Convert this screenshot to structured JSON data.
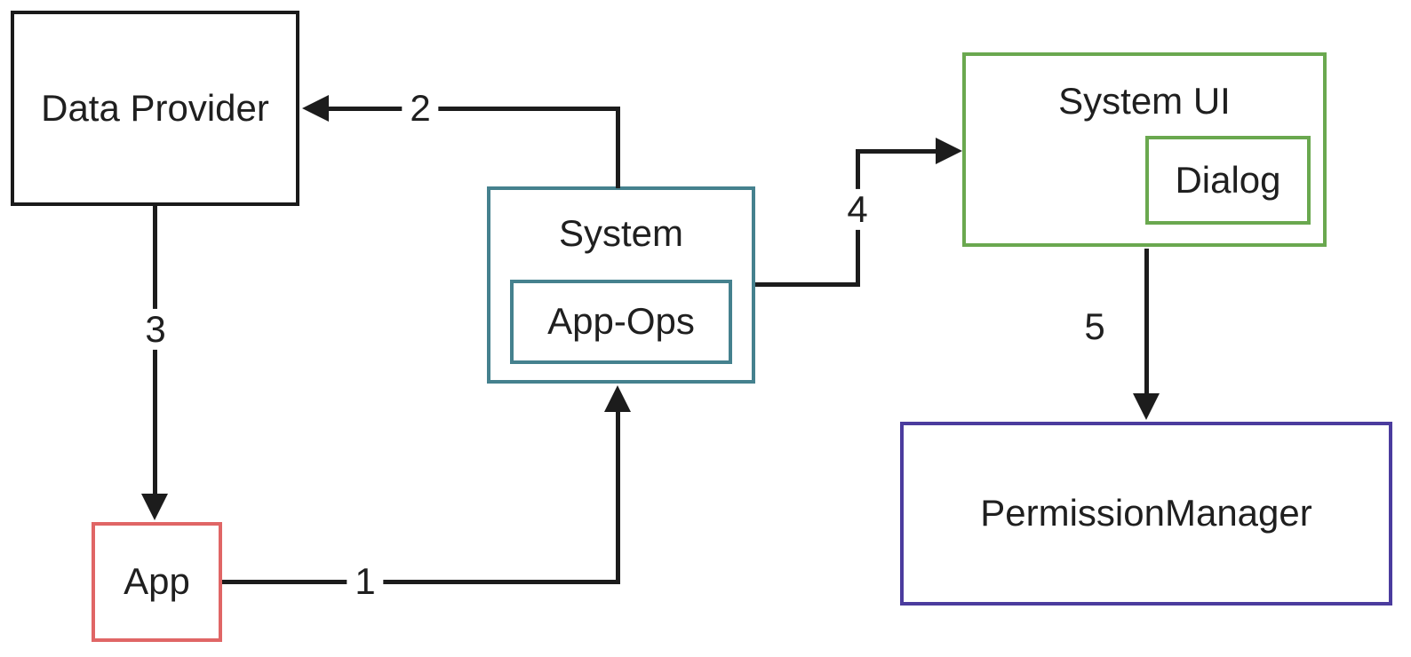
{
  "diagram": {
    "nodes": {
      "data_provider": {
        "label": "Data Provider",
        "border_color": "#1a1a1a"
      },
      "system": {
        "label": "System",
        "border_color": "#45818e"
      },
      "app_ops": {
        "label": "App-Ops",
        "border_color": "#45818e",
        "parent": "system"
      },
      "system_ui": {
        "label": "System UI",
        "border_color": "#6aa84f"
      },
      "dialog": {
        "label": "Dialog",
        "border_color": "#6aa84f",
        "parent": "system_ui"
      },
      "permission_manager": {
        "label": "PermissionManager",
        "border_color": "#4b3c9e"
      },
      "app": {
        "label": "App",
        "border_color": "#e06666"
      }
    },
    "edges": [
      {
        "label": "1",
        "from": "App",
        "to": "System"
      },
      {
        "label": "2",
        "from": "System",
        "to": "Data Provider"
      },
      {
        "label": "3",
        "from": "Data Provider",
        "to": "App"
      },
      {
        "label": "4",
        "from": "System",
        "to": "System UI"
      },
      {
        "label": "5",
        "from": "System UI",
        "to": "PermissionManager"
      }
    ],
    "colors": {
      "line": "#1c1c1c",
      "teal": "#45818e",
      "green": "#6aa84f",
      "red": "#e06666",
      "purple": "#4b3c9e"
    }
  }
}
